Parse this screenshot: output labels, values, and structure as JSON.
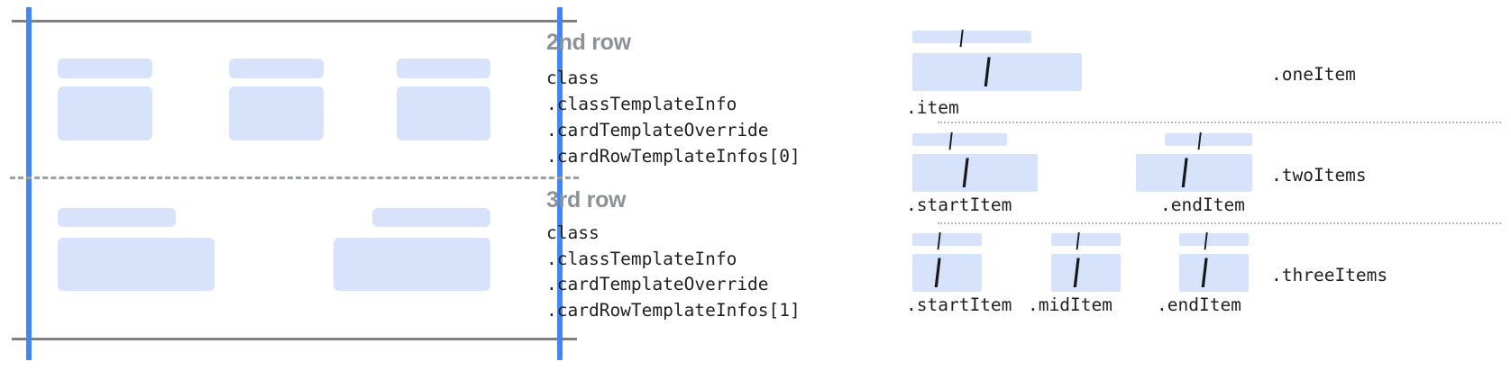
{
  "colors": {
    "placeholder_blue": "#d7e3fb",
    "accent_blue": "#4285f4",
    "rule_gray": "#808080",
    "dash_gray": "#9aa0a6",
    "heading_gray": "#8d9297",
    "code_black": "#1f2022"
  },
  "left_diagram": {
    "name": "card-row-layout-diagram",
    "rows": [
      {
        "id": "second-row",
        "columns": [
          {
            "label_chip": true,
            "body_chip": true
          },
          {
            "label_chip": true,
            "body_chip": true
          },
          {
            "label_chip": true,
            "body_chip": true
          }
        ]
      },
      {
        "id": "third-row",
        "columns": [
          {
            "label_chip": true,
            "body_chip": true
          },
          {
            "label_chip": true,
            "body_chip": true
          }
        ]
      }
    ]
  },
  "middle_column": {
    "groups": [
      {
        "heading": "2nd row",
        "code_lines": [
          "class",
          ".classTemplateInfo",
          ".cardTemplateOverride",
          ".cardRowTemplateInfos[0]"
        ]
      },
      {
        "heading": "3rd row",
        "code_lines": [
          "class",
          ".classTemplateInfo",
          ".cardTemplateOverride",
          ".cardRowTemplateInfos[1]"
        ]
      }
    ]
  },
  "right_panel": {
    "slash_glyph": "/",
    "sections": [
      {
        "id": "one-item",
        "variant_label": ".oneItem",
        "items": [
          {
            "caption": ".item"
          }
        ]
      },
      {
        "id": "two-items",
        "variant_label": ".twoItems",
        "items": [
          {
            "caption": ".startItem"
          },
          {
            "caption": ".endItem"
          }
        ]
      },
      {
        "id": "three-items",
        "variant_label": ".threeItems",
        "items": [
          {
            "caption": ".startItem"
          },
          {
            "caption": ".midItem"
          },
          {
            "caption": ".endItem"
          }
        ]
      }
    ]
  }
}
